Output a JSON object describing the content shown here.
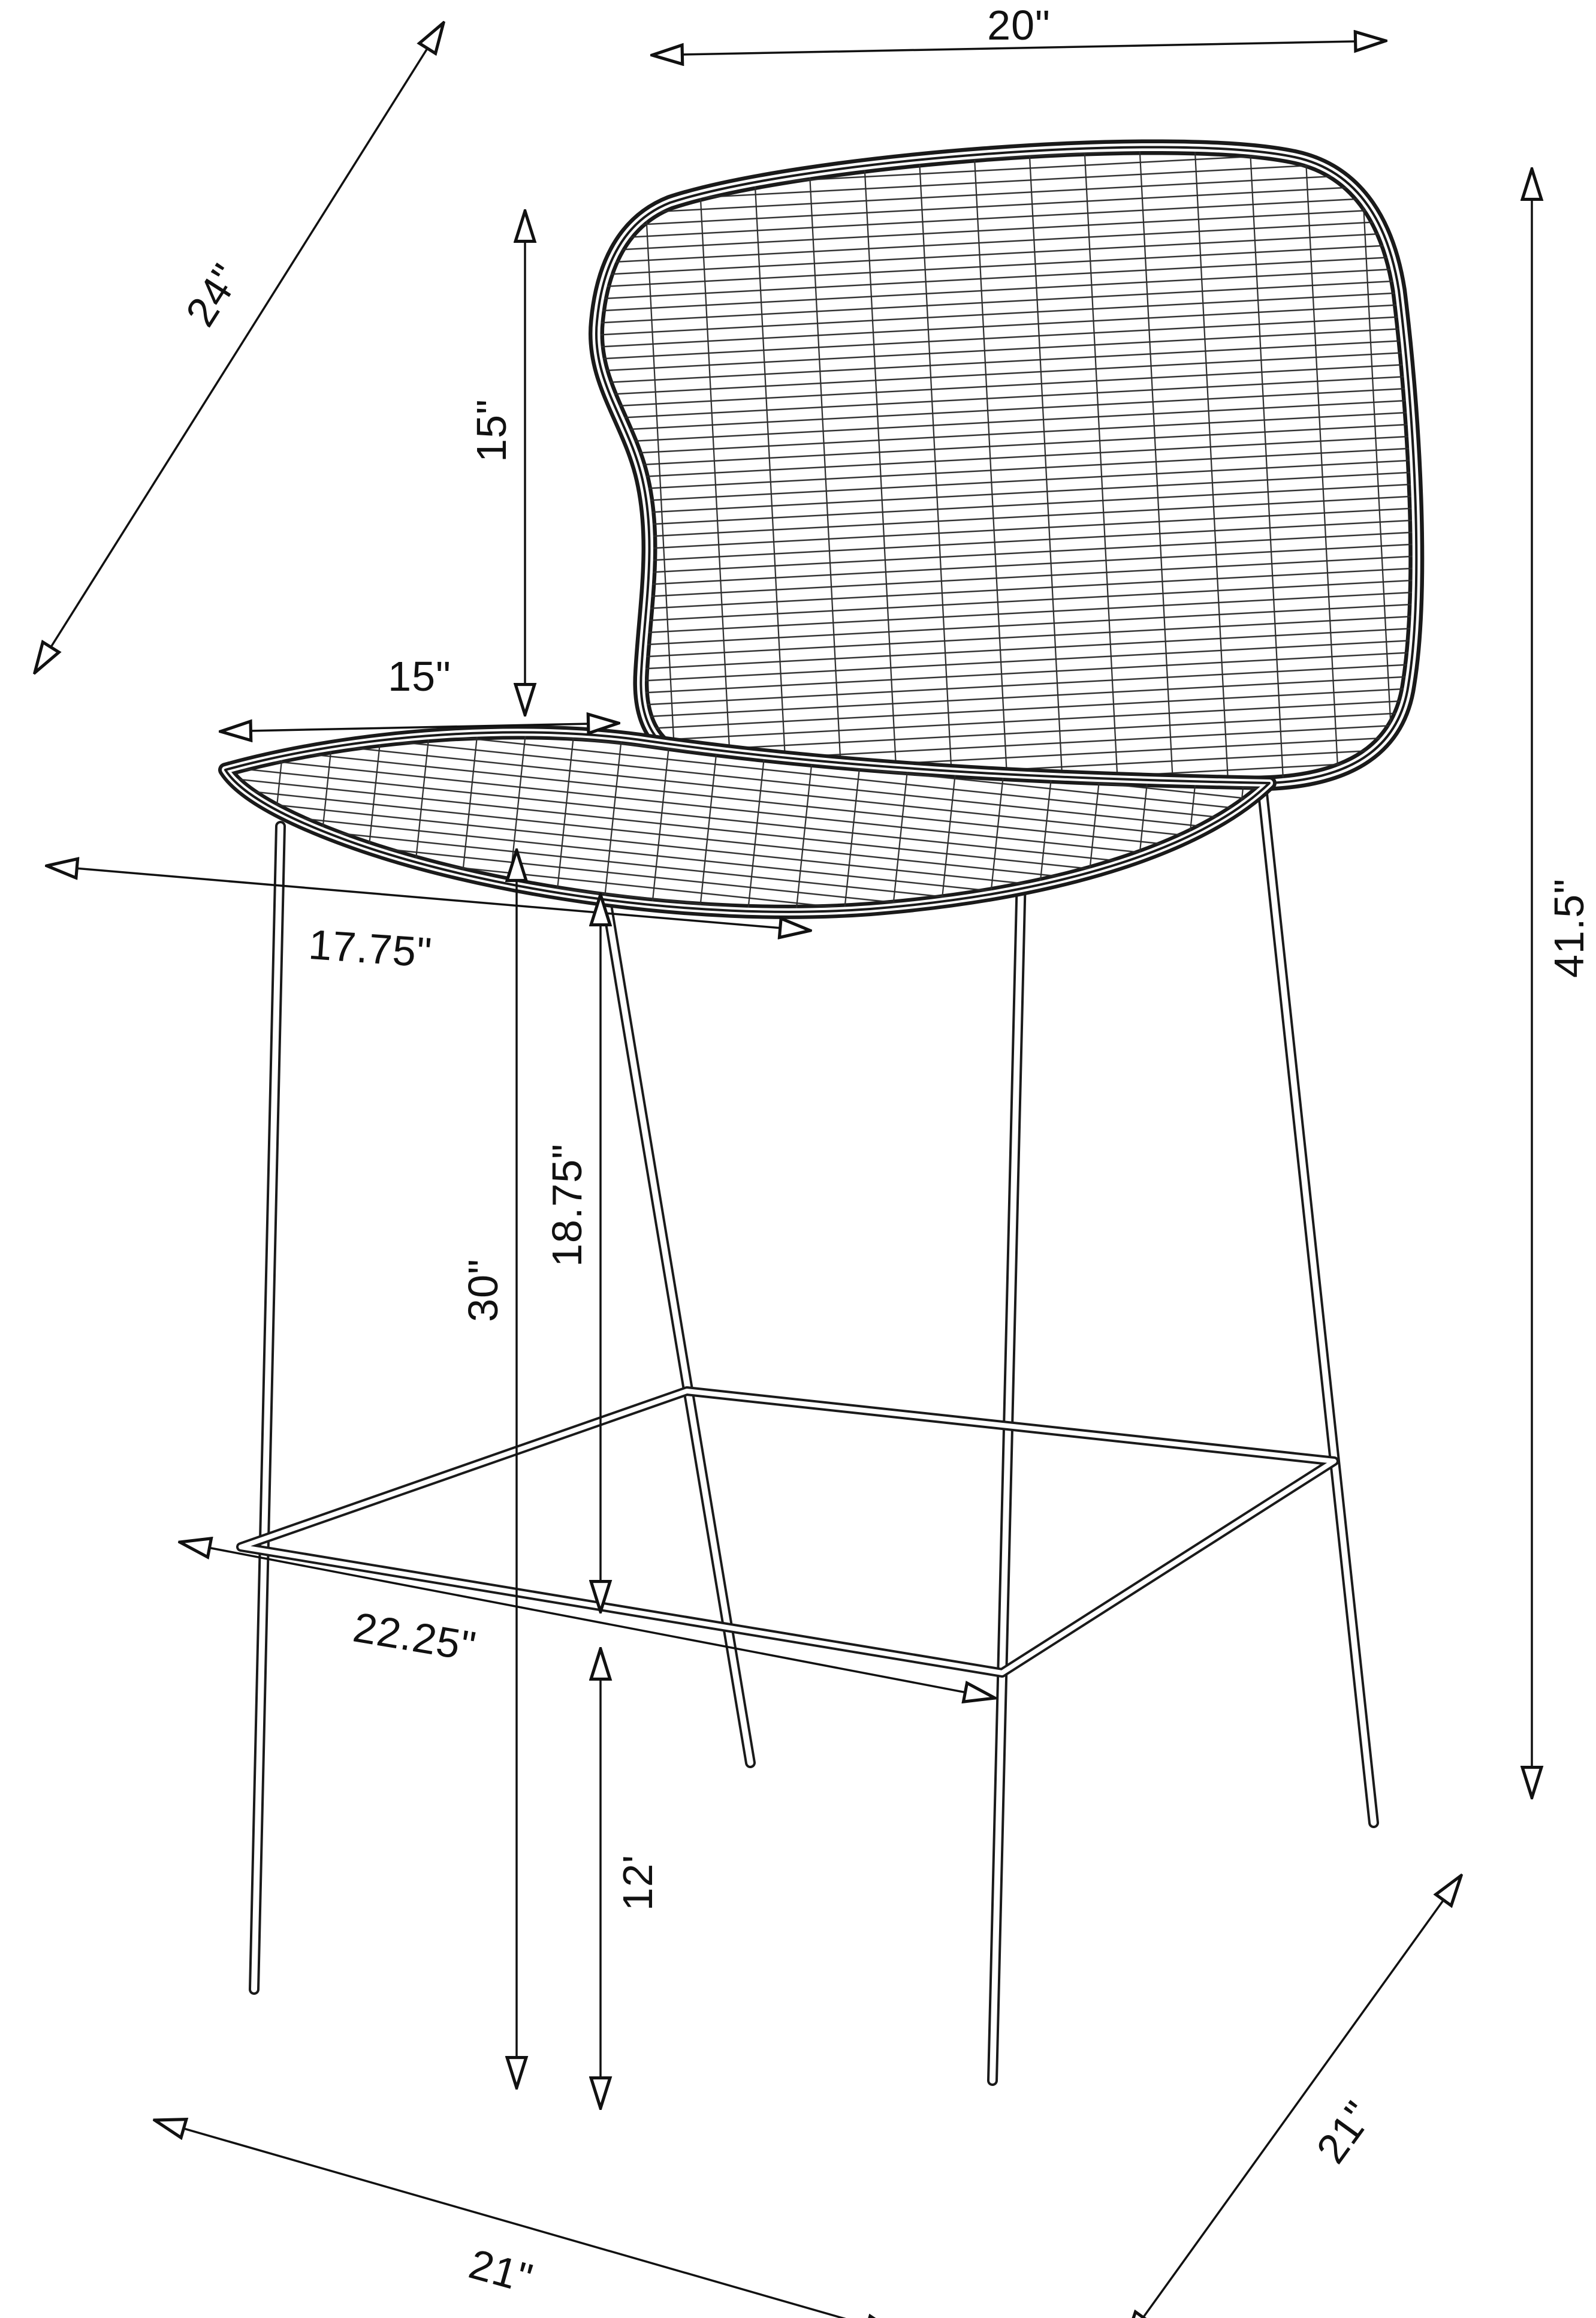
{
  "colors": {
    "line": "#1a1a1a",
    "text": "#111111",
    "background": "#ffffff"
  },
  "dimensions": {
    "top_width": {
      "label": "20\""
    },
    "depth_diagonal": {
      "label": "24\""
    },
    "back_height": {
      "label": "15\""
    },
    "seat_width": {
      "label": "15\""
    },
    "seat_depth": {
      "label": "17.75\""
    },
    "overall_height": {
      "label": "41.5\""
    },
    "seat_to_footrest": {
      "label": "18.75\""
    },
    "seat_height": {
      "label": "30\""
    },
    "footrest_width": {
      "label": "22.25\""
    },
    "footrest_height": {
      "label": "12'"
    },
    "base_width_front": {
      "label": "21\""
    },
    "base_depth_right": {
      "label": "21\""
    }
  }
}
